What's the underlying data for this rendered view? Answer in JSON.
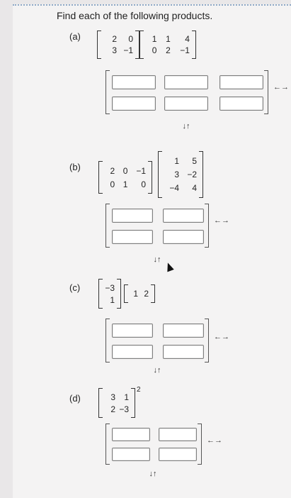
{
  "title": "Find each of the following products.",
  "parts": [
    {
      "label": "(a)",
      "left_matrix": [
        [
          "2",
          "0"
        ],
        [
          "3",
          "−1"
        ]
      ],
      "right_matrix": [
        [
          "1",
          "1",
          "4"
        ],
        [
          "0",
          "2",
          "−1"
        ]
      ]
    },
    {
      "label": "(b)",
      "left_matrix": [
        [
          "2",
          "0",
          "−1"
        ],
        [
          "0",
          "1",
          "0"
        ]
      ],
      "right_matrix": [
        [
          "1",
          "5"
        ],
        [
          "3",
          "−2"
        ],
        [
          "−4",
          "4"
        ]
      ]
    },
    {
      "label": "(c)",
      "left_matrix": [
        [
          "−3"
        ],
        [
          "1"
        ]
      ],
      "right_matrix": [
        [
          "1",
          "2"
        ]
      ]
    },
    {
      "label": "(d)",
      "left_matrix": [
        [
          "3",
          "1"
        ],
        [
          "2",
          "−3"
        ]
      ],
      "exponent": "2"
    }
  ],
  "icons": {
    "column_arrows": "↓↑",
    "row_arrows": "←→"
  }
}
